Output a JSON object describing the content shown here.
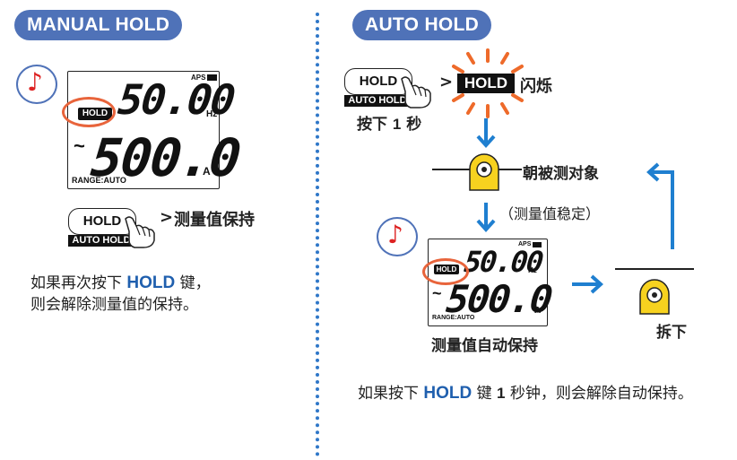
{
  "manual": {
    "title": "MANUAL HOLD",
    "lcd": {
      "aps": "APS",
      "hold": "HOLD",
      "freq_value": "50.00",
      "freq_unit": "Hz",
      "tilde": "~",
      "current_value": "500.0",
      "current_unit": "A",
      "range": "RANGE:AUTO"
    },
    "button_label": "HOLD",
    "auto_hold_label": "AUTO HOLD",
    "arrow": ">",
    "action_text": "测量值保持",
    "desc_line1_pre": "如果再次按下 ",
    "desc_line1_kw": "HOLD",
    "desc_line1_post": " 键，",
    "desc_line2": "则会解除测量值的保持。"
  },
  "auto": {
    "title": "AUTO HOLD",
    "button_label": "HOLD",
    "auto_hold_label": "AUTO HOLD",
    "press_text_pre": "按下 ",
    "press_text_num": "1",
    "press_text_post": " 秒",
    "arrow": ">",
    "flash_hold": "HOLD",
    "flash_text": "闪烁",
    "object_label": "朝被测对象",
    "stable_label": "（测量值稳定）",
    "lcd": {
      "aps": "APS",
      "hold": "HOLD",
      "freq_value": "50.00",
      "freq_unit": "Hz",
      "tilde": "~",
      "current_value": "500.0",
      "current_unit": "A",
      "range": "RANGE:AUTO"
    },
    "auto_hold_caption": "测量值自动保持",
    "remove_label": "拆下",
    "desc_pre": "如果按下 ",
    "desc_kw": "HOLD",
    "desc_mid": " 键 ",
    "desc_num": "1",
    "desc_post": " 秒钟，则会解除自动保持。"
  },
  "colors": {
    "accent_blue": "#4f72b8",
    "arrow_blue": "#1f7fd0",
    "highlight_orange": "#e8643b",
    "clamp_yellow": "#f7d21f",
    "note_red": "#d22222"
  }
}
